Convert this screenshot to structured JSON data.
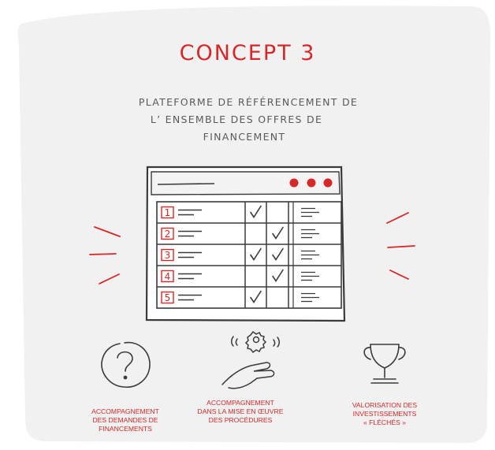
{
  "title": "CONCEPT 3",
  "subtitle": {
    "line1": "PLATEFORME DE RÉFÉRENCEMENT DE",
    "line2": "L’ ENSEMBLE DES OFFRES DE",
    "line3": "FINANCEMENT"
  },
  "table": {
    "rows": [
      {
        "number": "1",
        "checks": [
          true,
          false
        ]
      },
      {
        "number": "2",
        "checks": [
          false,
          true
        ]
      },
      {
        "number": "3",
        "checks": [
          true,
          true
        ]
      },
      {
        "number": "4",
        "checks": [
          false,
          true
        ]
      },
      {
        "number": "5",
        "checks": [
          true,
          false
        ]
      }
    ]
  },
  "icons": [
    {
      "icon": "question-icon",
      "caption": [
        "ACCOMPAGNEMENT",
        "DES DEMANDES DE",
        "FINANCEMENTS"
      ]
    },
    {
      "icon": "hand-gear-icon",
      "caption": [
        "ACCOMPAGNEMENT",
        "DANS LA MISE EN ŒUVRE",
        "DES PROCÉDURES"
      ]
    },
    {
      "icon": "trophy-icon",
      "caption": [
        "VALORISATION DES",
        "INVESTISSEMENTS",
        "« FLÉCHÉS »"
      ]
    }
  ],
  "colors": {
    "accent": "#d62828",
    "ink": "#3a3a3a",
    "card": "#f1f1f1"
  }
}
